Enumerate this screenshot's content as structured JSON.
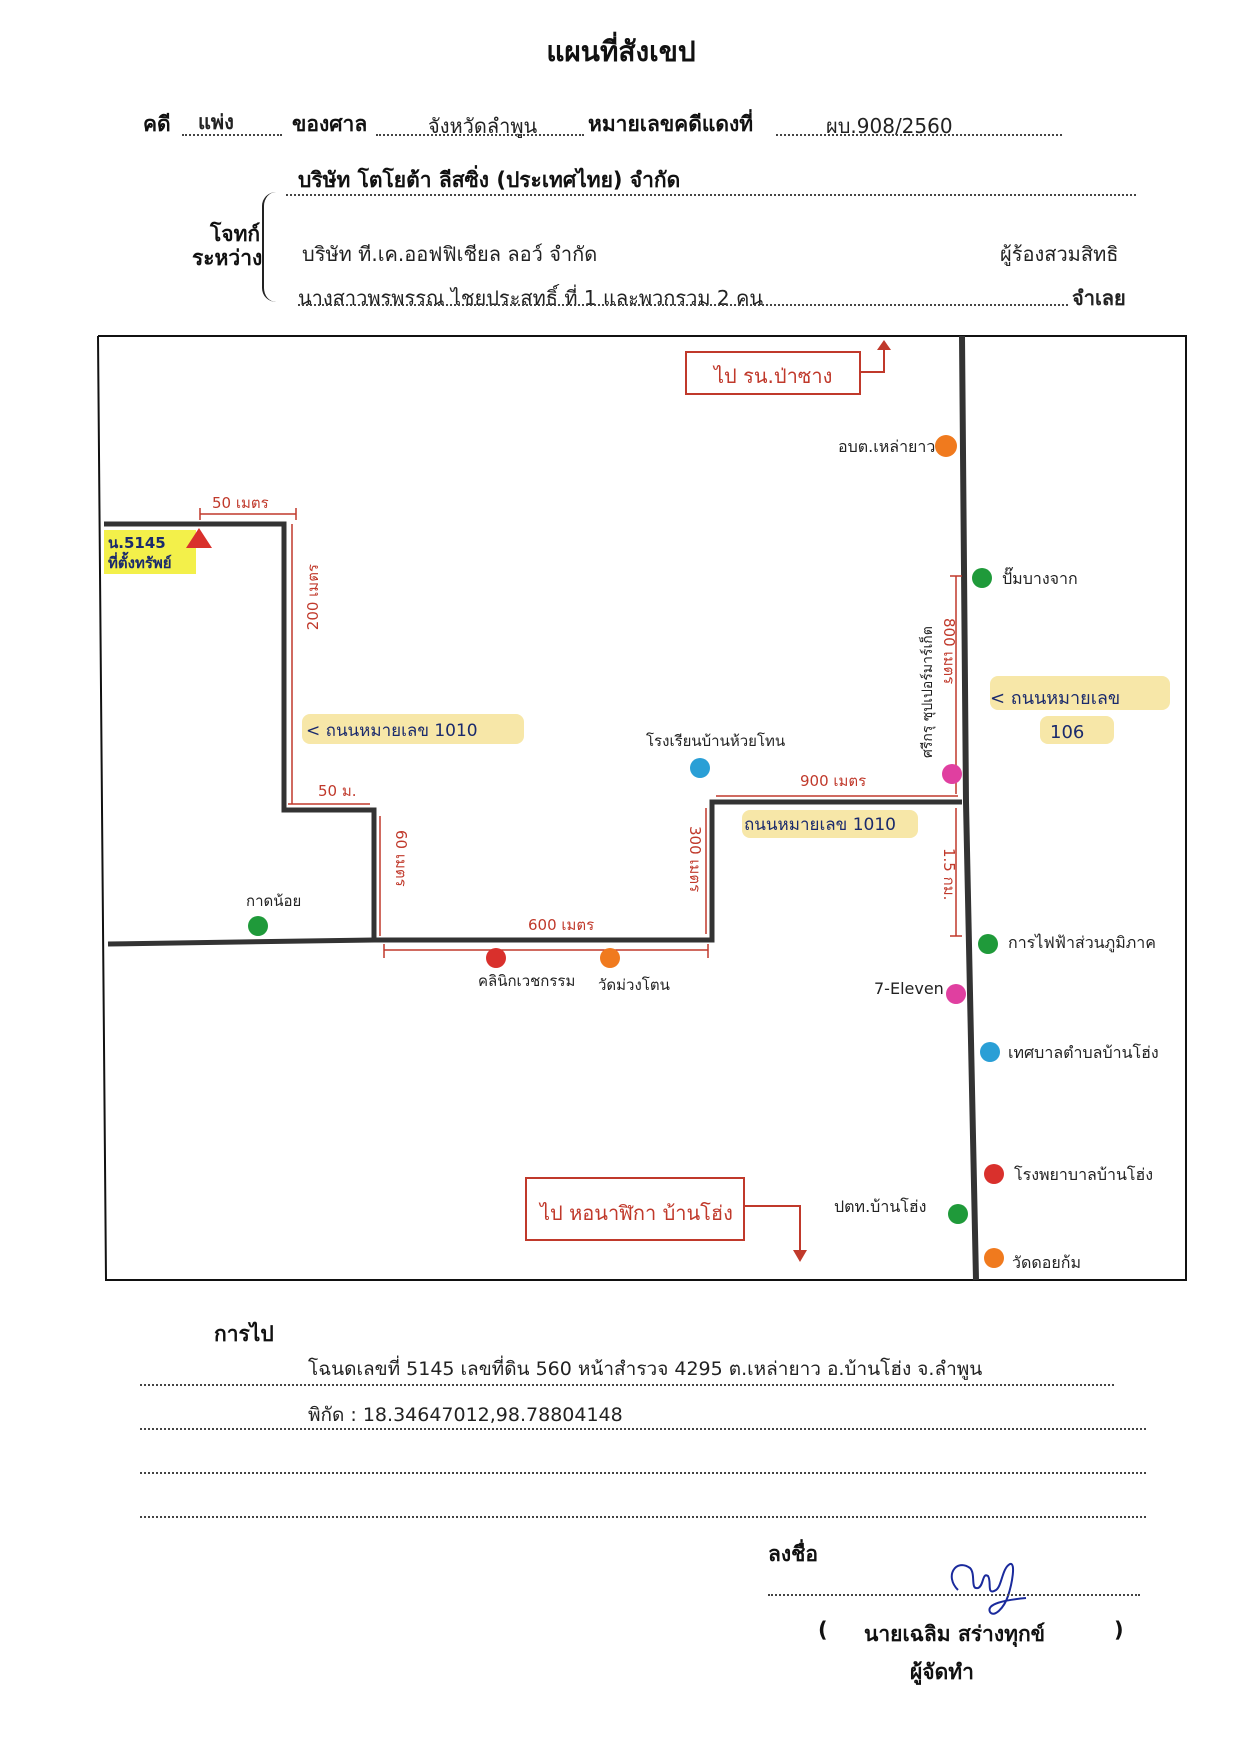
{
  "document": {
    "title": "แผนที่สังเขป",
    "case": {
      "label_case": "คดี",
      "case_type": "แพ่ง",
      "label_court": "ของศาล",
      "court": "จังหวัดลำพูน",
      "label_red_number": "หมายเลขคดีแดงที่",
      "red_number": "ผบ.908/2560"
    },
    "parties": {
      "plaintiff": "บริษัท โตโยต้า ลีสซิ่ง (ประเทศไทย) จำกัด",
      "label_plaintiff": "โจทก์",
      "label_between": "ระหว่าง",
      "co_claimant": "บริษัท ที.เค.ออฟฟิเชียล ลอว์ จำกัด",
      "label_co_claimant": "ผู้ร้องสวมสิทธิ",
      "defendant": "นางสาวพรพรรณ ไชยประสทธิ์  ที่ 1 และพวกรวม 2 คน",
      "label_defendant": "จำเลย"
    }
  },
  "map": {
    "signs": {
      "top": "ไป รน.ป่าซาง",
      "bottom": "ไป หอนาฬิกา บ้านโฮ่ง"
    },
    "road_labels": {
      "road_1010_left": "< ถนนหมายเลข 1010",
      "road_1010_right": "ถนนหมายเลข 1010",
      "road_106_line1": "< ถนนหมายเลข",
      "road_106_line2": "106"
    },
    "property": {
      "line1": "น.5145",
      "line2": "ที่ตั้งทรัพย์"
    },
    "distances": {
      "d50m": "50 เมตร",
      "d200m": "200 เมตร",
      "d50m_short": "50 ม.",
      "d60m": "60 เมตร",
      "d600m": "600 เมตร",
      "d300m": "300 เมตร",
      "d900m": "900 เมตร",
      "d800m": "800 เมตร",
      "d15km": "1.5 กม."
    },
    "landmarks": [
      {
        "label": "อบต.เหล่ายาว",
        "color": "#f07a1e"
      },
      {
        "label": "ปั๊มบางจาก",
        "color": "#1f9a3a"
      },
      {
        "label": "ศรีกรุ ซุปเปอร์มาร์เก็ต",
        "color": "#e03fa0"
      },
      {
        "label": "โรงเรียนบ้านห้วยโทน",
        "color": "#2a9fd6"
      },
      {
        "label": "กาดน้อย",
        "color": "#1f9a3a"
      },
      {
        "label": "คลินิกเวชกรรม",
        "color": "#d9302c"
      },
      {
        "label": "วัดม่วงโตน",
        "color": "#f07a1e"
      },
      {
        "label": "การไฟฟ้าส่วนภูมิภาค",
        "color": "#1f9a3a"
      },
      {
        "label": "7-Eleven",
        "color": "#e03fa0"
      },
      {
        "label": "เทศบาลตำบลบ้านโฮ่ง",
        "color": "#2a9fd6"
      },
      {
        "label": "โรงพยาบาลบ้านโฮ่ง",
        "color": "#d9302c"
      },
      {
        "label": "ปตท.บ้านโฮ่ง",
        "color": "#1f9a3a"
      },
      {
        "label": "วัดดอยก้ม",
        "color": "#f07a1e"
      }
    ]
  },
  "directions": {
    "label": "การไป",
    "line1": "โฉนดเลขที่ 5145 เลขที่ดิน 560 หน้าสำรวจ 4295  ต.เหล่ายาว  อ.บ้านโฮ่ง  จ.ลำพูน",
    "line2": "พิกัด : 18.34647012,98.78804148"
  },
  "signature": {
    "label": "ลงชื่อ",
    "open_paren": "(",
    "name": "นายเฉลิม  สร่างทุกข์",
    "close_paren": ")",
    "role": "ผู้จัดทำ"
  }
}
